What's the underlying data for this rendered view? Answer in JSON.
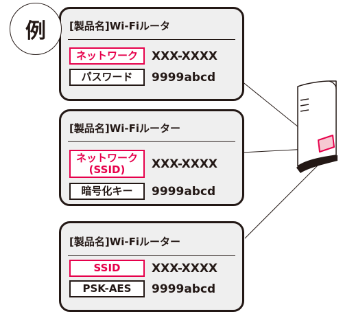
{
  "example_label": "例",
  "cards": [
    {
      "title": "[製品名]Wi-Fiルータ",
      "network_label": "ネットワーク",
      "network_value": "XXX-XXXX",
      "password_label": "パスワード",
      "password_value": "9999abcd"
    },
    {
      "title": "[製品名]Wi-Fiルーター",
      "network_label_line1": "ネットワーク",
      "network_label_line2": "(SSID)",
      "network_value": "XXX-XXXX",
      "password_label": "暗号化キー",
      "password_value": "9999abcd"
    },
    {
      "title": "[製品名]Wi-Fiルーター",
      "network_label": "SSID",
      "network_value": "XXX-XXXX",
      "password_label": "PSK-AES",
      "password_value": "9999abcd"
    }
  ],
  "colors": {
    "accent_red": "#e6004b",
    "ink": "#231815",
    "card_fill": "#efefef"
  }
}
